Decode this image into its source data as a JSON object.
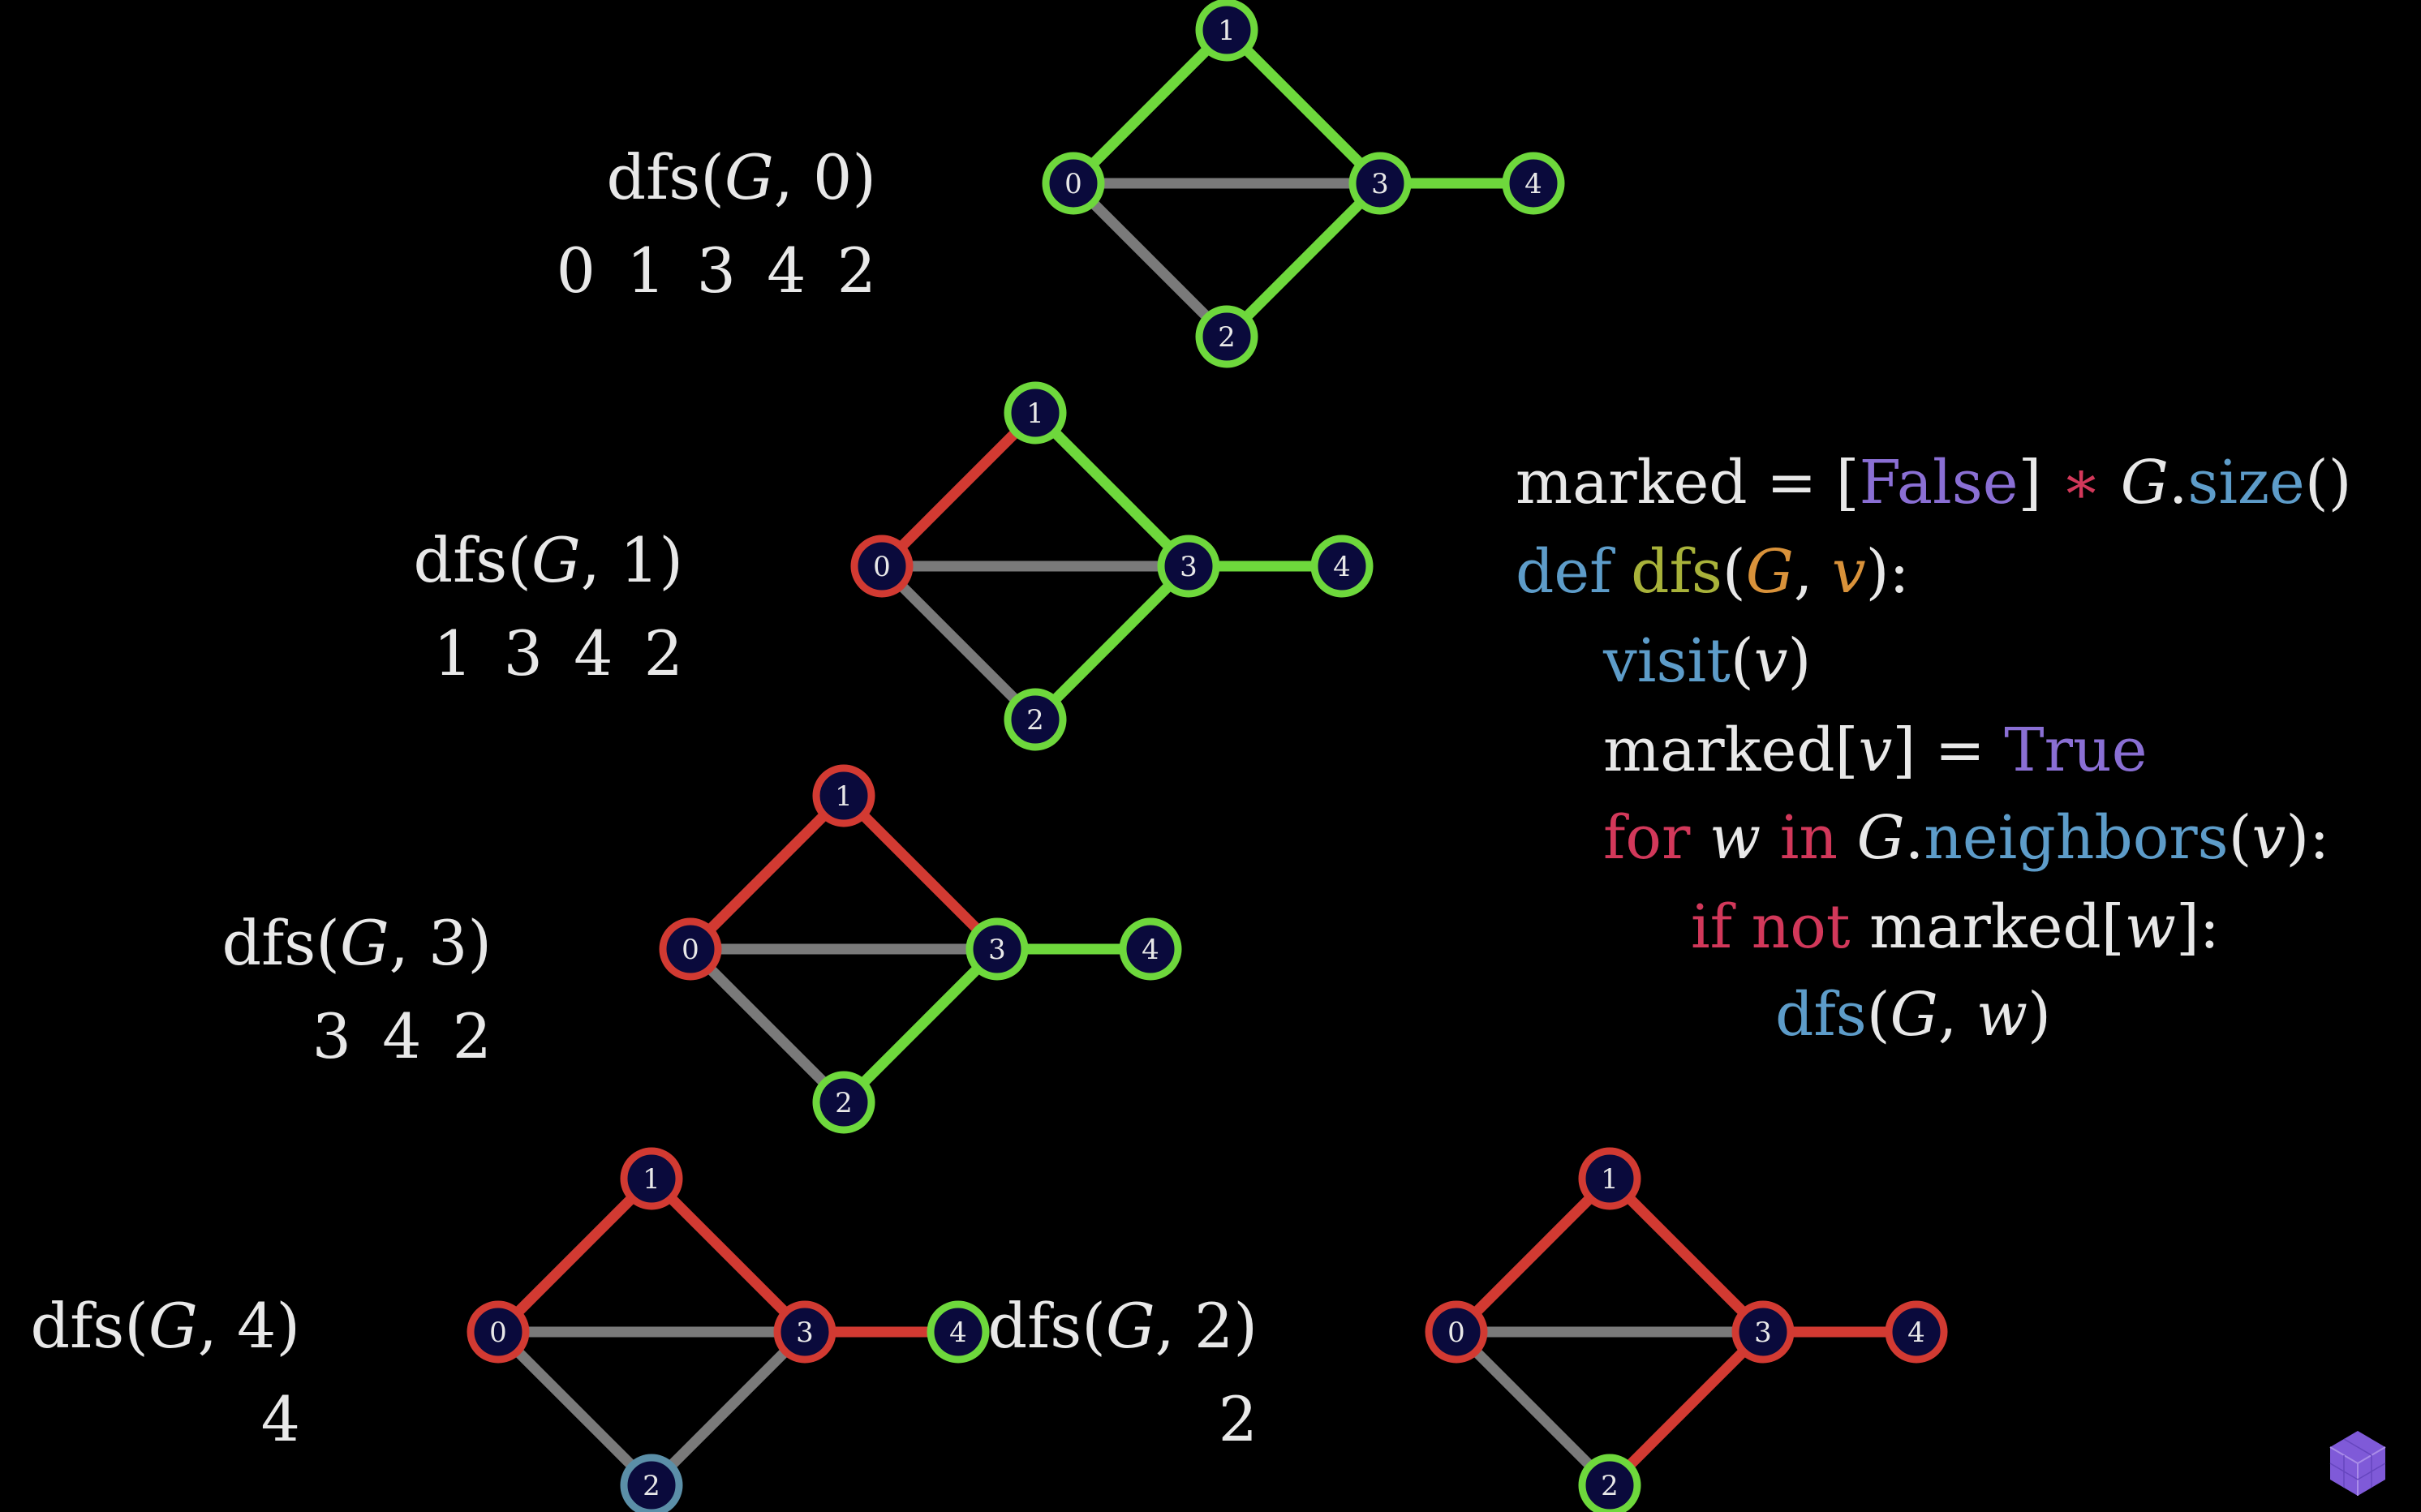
{
  "colors": {
    "background": "#000000",
    "node_fill": "#0a0a3c",
    "visited_green": "#6ed83c",
    "marked_red": "#d23a32",
    "untouched_gray": "#7a7a7a",
    "unmarked_blue": "#5b8fa8",
    "text_white": "#e8e8e8",
    "code_blue": "#5d9cc9",
    "code_purple": "#8a6fd4",
    "code_red": "#d2385a",
    "code_olive": "#a8b23a",
    "code_orange": "#d9923a",
    "logo_purple": "#7f5ad8"
  },
  "edge_list": [
    [
      0,
      1
    ],
    [
      0,
      3
    ],
    [
      0,
      2
    ],
    [
      1,
      3
    ],
    [
      2,
      3
    ],
    [
      3,
      4
    ]
  ],
  "node_labels": [
    "0",
    "1",
    "2",
    "3",
    "4"
  ],
  "calls": [
    {
      "call_label": "dfs(G, 0)",
      "call_prefix": "dfs(",
      "call_var": "G",
      "call_sep": ", ",
      "call_arg": "0",
      "call_suffix": ")",
      "order_text": "0 1 3 4 2",
      "node_states": [
        "green",
        "green",
        "green",
        "green",
        "green"
      ],
      "edge_states": [
        "green",
        "gray",
        "gray",
        "green",
        "green",
        "green"
      ]
    },
    {
      "call_label": "dfs(G, 1)",
      "call_prefix": "dfs(",
      "call_var": "G",
      "call_sep": ", ",
      "call_arg": "1",
      "call_suffix": ")",
      "order_text": "1 3 4 2",
      "node_states": [
        "red",
        "green",
        "green",
        "green",
        "green"
      ],
      "edge_states": [
        "red",
        "gray",
        "gray",
        "green",
        "green",
        "green"
      ]
    },
    {
      "call_label": "dfs(G, 3)",
      "call_prefix": "dfs(",
      "call_var": "G",
      "call_sep": ", ",
      "call_arg": "3",
      "call_suffix": ")",
      "order_text": "3 4 2",
      "node_states": [
        "red",
        "red",
        "green",
        "green",
        "green"
      ],
      "edge_states": [
        "red",
        "gray",
        "gray",
        "red",
        "green",
        "green"
      ]
    },
    {
      "call_label": "dfs(G, 4)",
      "call_prefix": "dfs(",
      "call_var": "G",
      "call_sep": ", ",
      "call_arg": "4",
      "call_suffix": ")",
      "order_text": "4",
      "node_states": [
        "red",
        "red",
        "blue",
        "red",
        "green"
      ],
      "edge_states": [
        "red",
        "gray",
        "gray",
        "red",
        "gray",
        "red"
      ]
    },
    {
      "call_label": "dfs(G, 2)",
      "call_prefix": "dfs(",
      "call_var": "G",
      "call_sep": ", ",
      "call_arg": "2",
      "call_suffix": ")",
      "order_text": "2",
      "node_states": [
        "red",
        "red",
        "green",
        "red",
        "red"
      ],
      "edge_states": [
        "red",
        "gray",
        "gray",
        "red",
        "red",
        "red"
      ]
    }
  ],
  "code_lines": [
    {
      "tokens": [
        {
          "text": "marked",
          "color": "text_white",
          "italic": false
        },
        {
          "text": " = ",
          "color": "text_white",
          "italic": false
        },
        {
          "text": "[",
          "color": "text_white",
          "italic": false
        },
        {
          "text": "False",
          "color": "code_purple",
          "italic": false
        },
        {
          "text": "]",
          "color": "text_white",
          "italic": false
        },
        {
          "text": " ∗ ",
          "color": "code_red",
          "italic": false
        },
        {
          "text": "G",
          "color": "text_white",
          "italic": true
        },
        {
          "text": ".",
          "color": "text_white",
          "italic": false
        },
        {
          "text": "size",
          "color": "code_blue",
          "italic": false
        },
        {
          "text": "()",
          "color": "text_white",
          "italic": false
        }
      ]
    },
    {
      "tokens": [
        {
          "text": "def ",
          "color": "code_blue",
          "italic": false
        },
        {
          "text": "dfs",
          "color": "code_olive",
          "italic": false
        },
        {
          "text": "(",
          "color": "text_white",
          "italic": false
        },
        {
          "text": "G",
          "color": "code_orange",
          "italic": true
        },
        {
          "text": ", ",
          "color": "text_white",
          "italic": false
        },
        {
          "text": "v",
          "color": "code_orange",
          "italic": true
        },
        {
          "text": "):",
          "color": "text_white",
          "italic": false
        }
      ]
    },
    {
      "tokens": [
        {
          "text": "visit",
          "color": "code_blue",
          "italic": false
        },
        {
          "text": "(",
          "color": "text_white",
          "italic": false
        },
        {
          "text": "v",
          "color": "text_white",
          "italic": true
        },
        {
          "text": ")",
          "color": "text_white",
          "italic": false
        }
      ]
    },
    {
      "tokens": [
        {
          "text": "marked",
          "color": "text_white",
          "italic": false
        },
        {
          "text": "[",
          "color": "text_white",
          "italic": false
        },
        {
          "text": "v",
          "color": "text_white",
          "italic": true
        },
        {
          "text": "]",
          "color": "text_white",
          "italic": false
        },
        {
          "text": " = ",
          "color": "text_white",
          "italic": false
        },
        {
          "text": "True",
          "color": "code_purple",
          "italic": false
        }
      ]
    },
    {
      "tokens": [
        {
          "text": "for ",
          "color": "code_red",
          "italic": false
        },
        {
          "text": "w",
          "color": "text_white",
          "italic": true
        },
        {
          "text": " in ",
          "color": "code_red",
          "italic": false
        },
        {
          "text": "G",
          "color": "text_white",
          "italic": true
        },
        {
          "text": ".",
          "color": "text_white",
          "italic": false
        },
        {
          "text": "neighbors",
          "color": "code_blue",
          "italic": false
        },
        {
          "text": "(",
          "color": "text_white",
          "italic": false
        },
        {
          "text": "v",
          "color": "text_white",
          "italic": true
        },
        {
          "text": "):",
          "color": "text_white",
          "italic": false
        }
      ]
    },
    {
      "tokens": [
        {
          "text": "if not ",
          "color": "code_red",
          "italic": false
        },
        {
          "text": "marked",
          "color": "text_white",
          "italic": false
        },
        {
          "text": "[",
          "color": "text_white",
          "italic": false
        },
        {
          "text": "w",
          "color": "text_white",
          "italic": true
        },
        {
          "text": "]:",
          "color": "text_white",
          "italic": false
        }
      ]
    },
    {
      "tokens": [
        {
          "text": "dfs",
          "color": "code_blue",
          "italic": false
        },
        {
          "text": "(",
          "color": "text_white",
          "italic": false
        },
        {
          "text": "G",
          "color": "text_white",
          "italic": true
        },
        {
          "text": ", ",
          "color": "text_white",
          "italic": false
        },
        {
          "text": "w",
          "color": "text_white",
          "italic": true
        },
        {
          "text": ")",
          "color": "text_white",
          "italic": false
        }
      ]
    }
  ],
  "logo": {
    "icon": "cube-logo-icon"
  }
}
